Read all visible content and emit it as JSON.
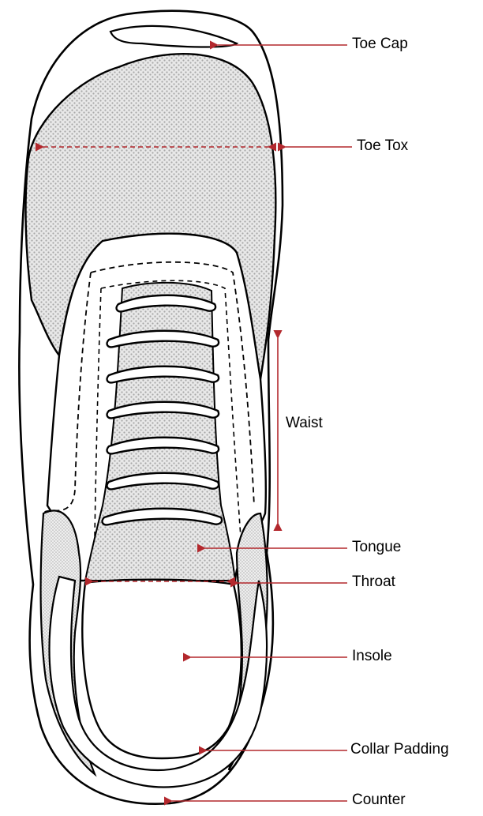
{
  "labels": {
    "toe_cap": "Toe Cap",
    "toe_box": "Toe Tox",
    "waist": "Waist",
    "tongue": "Tongue",
    "throat": "Throat",
    "insole": "Insole",
    "collar_padding": "Collar Padding",
    "counter": "Counter"
  },
  "colors": {
    "outline": "#000000",
    "arrow": "#b3282d",
    "texture": "#a9a9a9",
    "texture_fill": "#e6e6e6"
  }
}
